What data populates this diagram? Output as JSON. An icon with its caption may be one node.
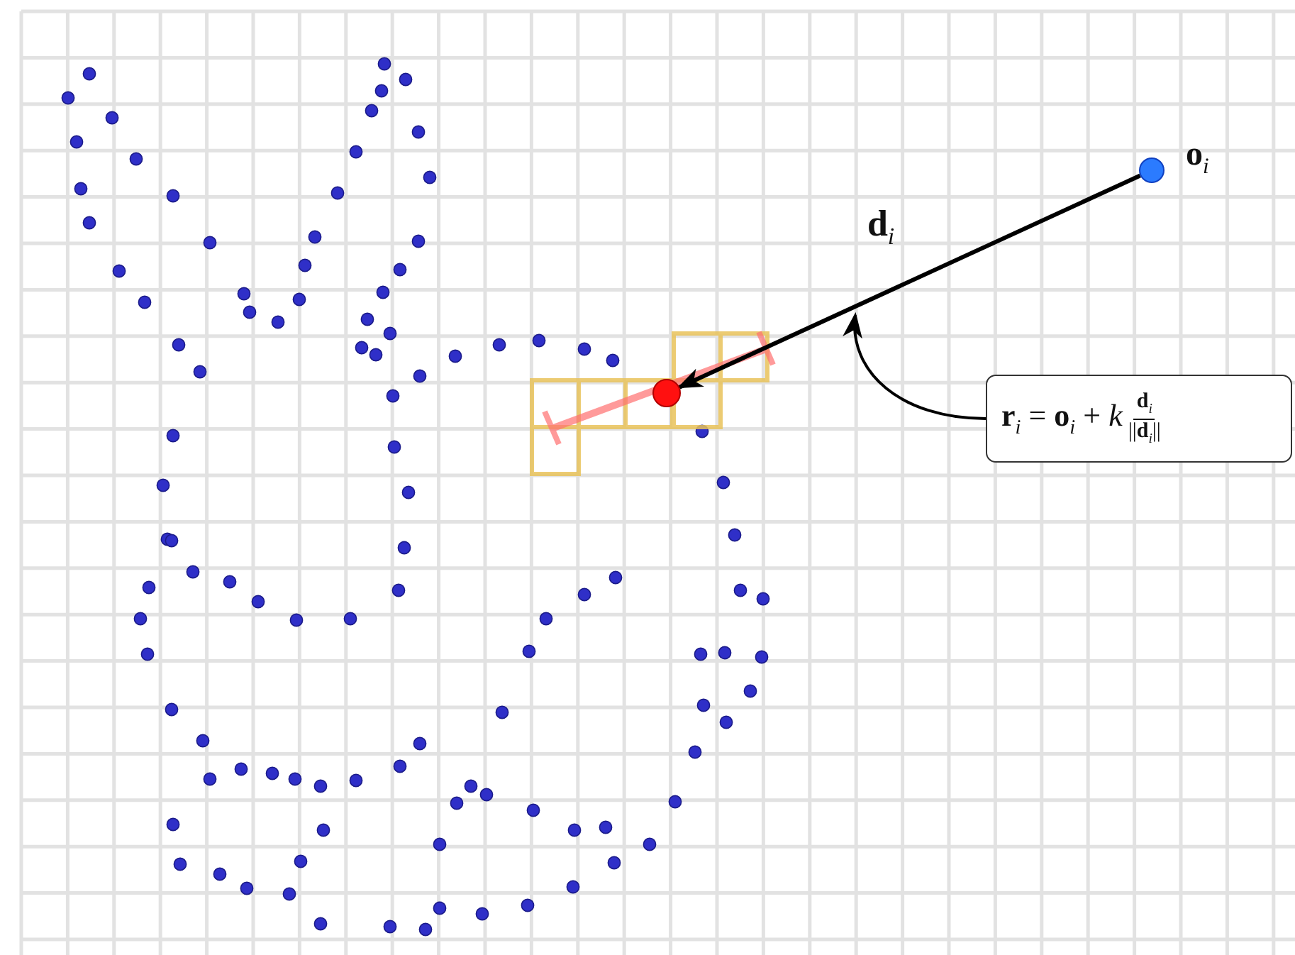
{
  "diagram": {
    "nodes": [
      {
        "text": [],
        "shape": "circle",
        "beside": [
          "**o**$_{i}$"
        ]
      },
      {
        "text": [],
        "shape": "circle"
      },
      {
        "text": [
          "**r**$_{i}$ = **o**$_{i}$ + *k*",
          "**d**$_{i}$",
          "||**d**$_{i}$||"
        ]
      }
    ],
    "edges": [
      {
        "from": 0,
        "to": 1,
        "arrow": "to",
        "label": "**d**$_{i}$"
      },
      {
        "from": 2,
        "to": null,
        "arrow": "to"
      }
    ]
  }
}
